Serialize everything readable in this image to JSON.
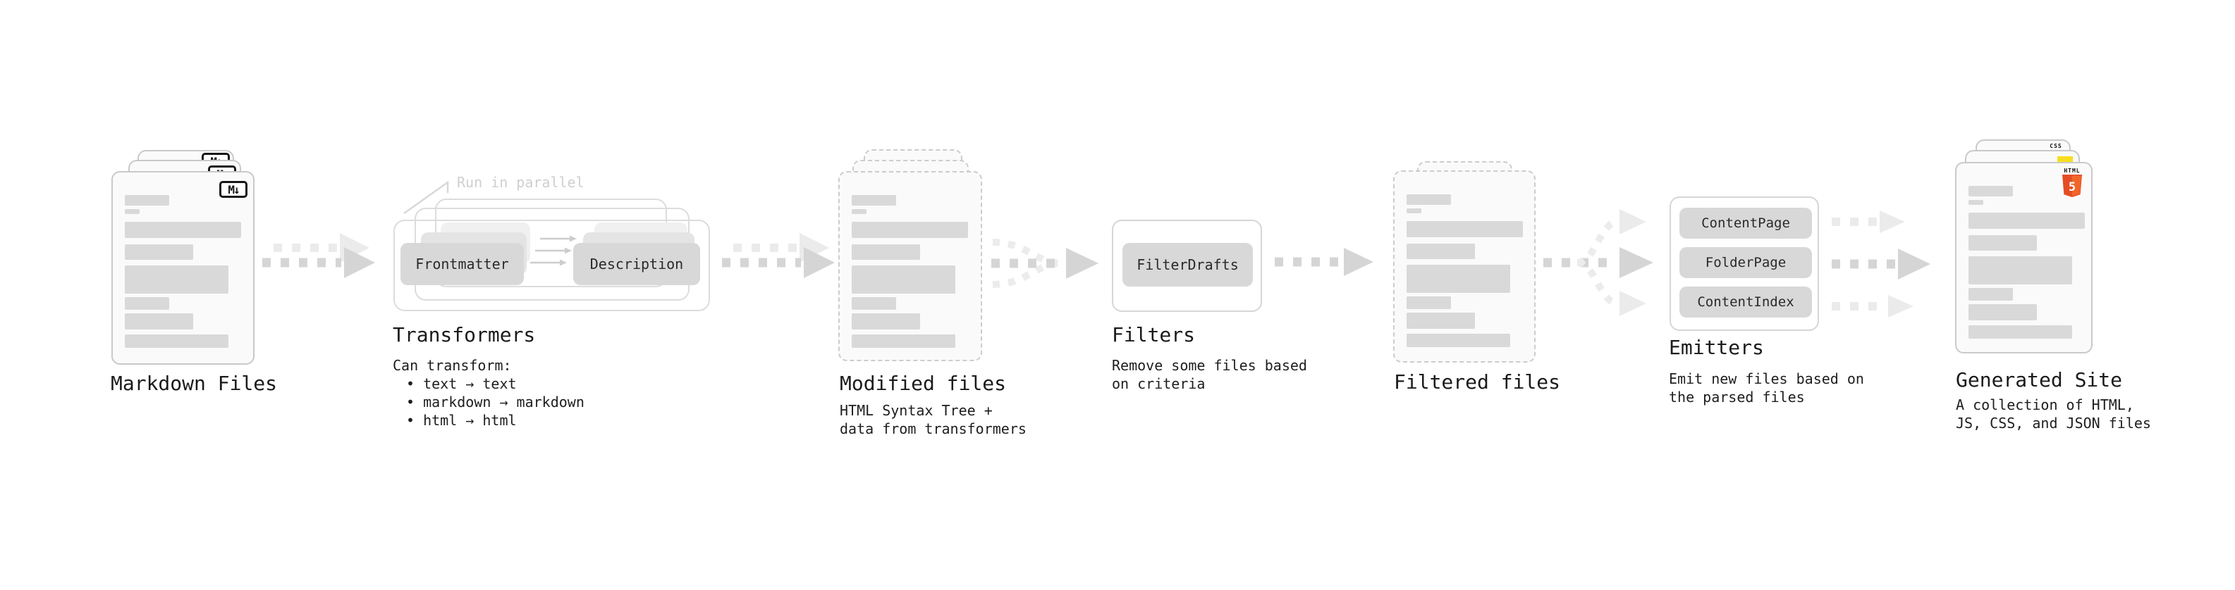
{
  "sections": {
    "markdown_files": {
      "title": "Markdown Files",
      "file_badge": "M↓"
    },
    "transformers": {
      "title": "Transformers",
      "annotation": "Run in parallel",
      "pill_left": "Frontmatter",
      "pill_right": "Description",
      "desc_intro": "Can transform:",
      "bullets": [
        "• text → text",
        "• markdown → markdown",
        "• html → html"
      ]
    },
    "modified_files": {
      "title": "Modified files",
      "desc_lines": [
        "HTML Syntax Tree +",
        "data from transformers"
      ]
    },
    "filters": {
      "title": "Filters",
      "pill": "FilterDrafts",
      "desc_lines": [
        "Remove some files based",
        "on criteria"
      ]
    },
    "filtered_files": {
      "title": "Filtered files"
    },
    "emitters": {
      "title": "Emitters",
      "pills": [
        "ContentPage",
        "FolderPage",
        "ContentIndex"
      ],
      "desc_lines": [
        "Emit new files based on",
        "the parsed files"
      ]
    },
    "generated_site": {
      "title": "Generated Site",
      "desc_lines": [
        "A collection of HTML,",
        "JS, CSS, and JSON files"
      ],
      "css_badge": "CSS",
      "html_badge_word": "HTML",
      "html_badge_number": "5"
    }
  },
  "colors": {
    "html5_orange": "#e44d26",
    "html5_orange_light": "#f16529",
    "js_yellow": "#f7df1e",
    "css_blue": "#2f6cf6"
  }
}
